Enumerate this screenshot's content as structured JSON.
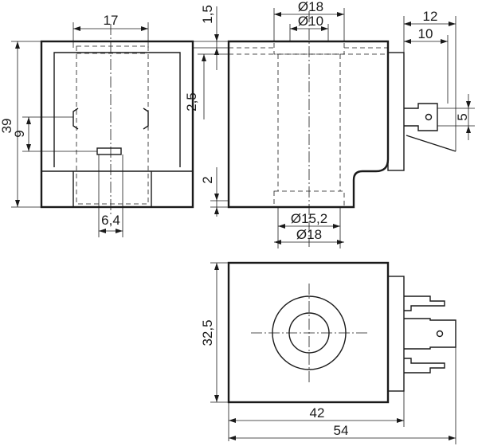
{
  "views": {
    "front": {
      "dim_top": "17",
      "dim_height": "39",
      "dim_pin_offset": "9",
      "dim_bottom": "6,4"
    },
    "side": {
      "dim_top_gap": "1,5",
      "dim_dia_outer_top": "Ø18",
      "dim_dia_inner_top": "Ø10",
      "dim_left_25": "2,5",
      "dim_left_2": "2",
      "dim_dia_bottom_inner": "Ø15,2",
      "dim_dia_bottom_outer": "Ø18",
      "dim_right_12": "12",
      "dim_right_10": "10",
      "dim_pin_5": "5"
    },
    "bottom": {
      "dim_height": "32,5",
      "dim_width_42": "42",
      "dim_width_54": "54"
    }
  }
}
